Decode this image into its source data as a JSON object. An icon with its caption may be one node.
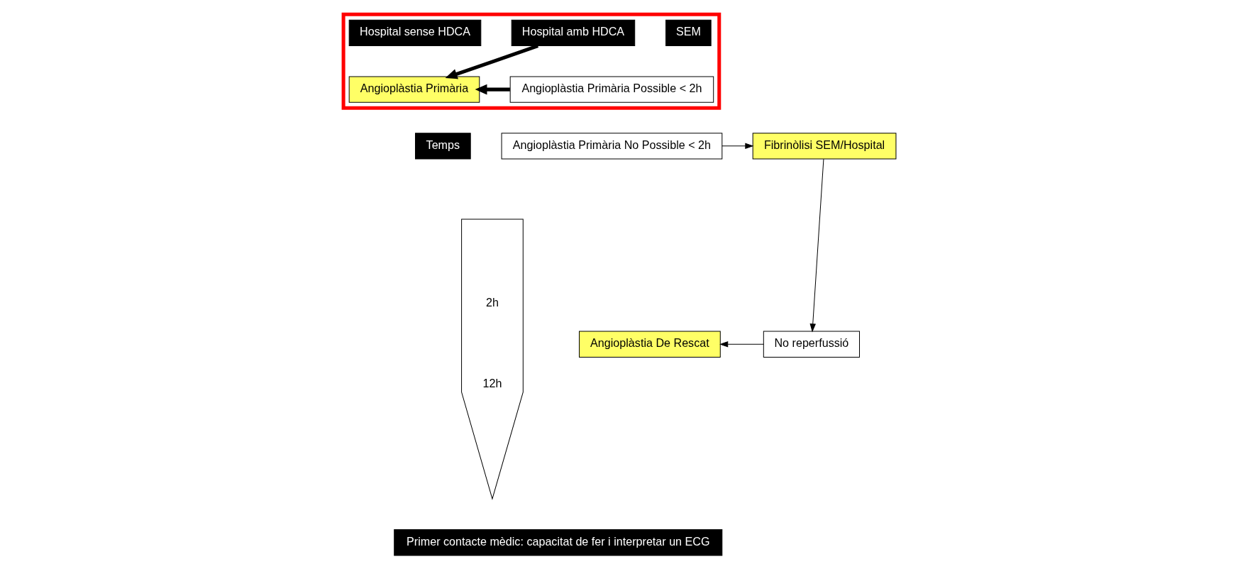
{
  "diagram": {
    "nodes": [
      {
        "text": [
          "Temps"
        ]
      },
      {
        "text": [
          "2h",
          "12h"
        ]
      },
      {
        "text": [],
        "shape": "box"
      },
      {
        "text": [
          "Hospital amb HDCA"
        ],
        "in": 2
      },
      {
        "text": [
          "SEM"
        ],
        "in": 2
      },
      {
        "text": [
          "Hospital sense HDCA"
        ],
        "in": 2
      },
      {
        "text": [
          "Angioplàstia Primària"
        ],
        "in": 2
      },
      {
        "text": [
          "Angioplàstia Primària Possible < 2h"
        ],
        "in": 2
      },
      {
        "text": [
          "Angioplàstia Primària No Possible < 2h"
        ]
      },
      {
        "text": [
          "Fibrinòlisi SEM/Hospital"
        ]
      },
      {
        "text": [
          "Angioplàstia De Rescat"
        ]
      },
      {
        "text": [
          "No reperfussió"
        ]
      },
      {
        "text": [
          "Primer contacte mèdic: capacitat de fer i interpretar un ECG"
        ]
      }
    ],
    "edges": [
      {
        "from": 3,
        "to": 6,
        "arrow": "to",
        "style": "thick"
      },
      {
        "from": 7,
        "to": 6,
        "arrow": "to",
        "style": "thick"
      },
      {
        "from": 8,
        "to": 9,
        "arrow": "to"
      },
      {
        "from": 9,
        "to": 11,
        "arrow": "to"
      },
      {
        "from": 11,
        "to": 10,
        "arrow": "to"
      }
    ]
  }
}
